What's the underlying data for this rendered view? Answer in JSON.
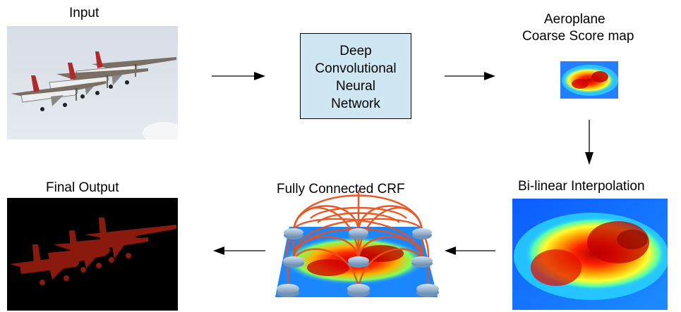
{
  "labels": {
    "input": "Input",
    "coarse_line1": "Aeroplane",
    "coarse_line2": "Coarse Score map",
    "dcnn_line1": "Deep",
    "dcnn_line2": "Convolutional",
    "dcnn_line3": "Neural",
    "dcnn_line4": "Network",
    "bilinear": "Bi-linear Interpolation",
    "crf": "Fully Connected CRF",
    "final": "Final Output"
  },
  "colors": {
    "dcnn_fill": "#cfe7f2",
    "dcnn_border": "#000000",
    "arrow": "#000000",
    "crf_edges": "#e8501c",
    "segmentation": "#8b1a0e",
    "background_black": "#000000"
  }
}
